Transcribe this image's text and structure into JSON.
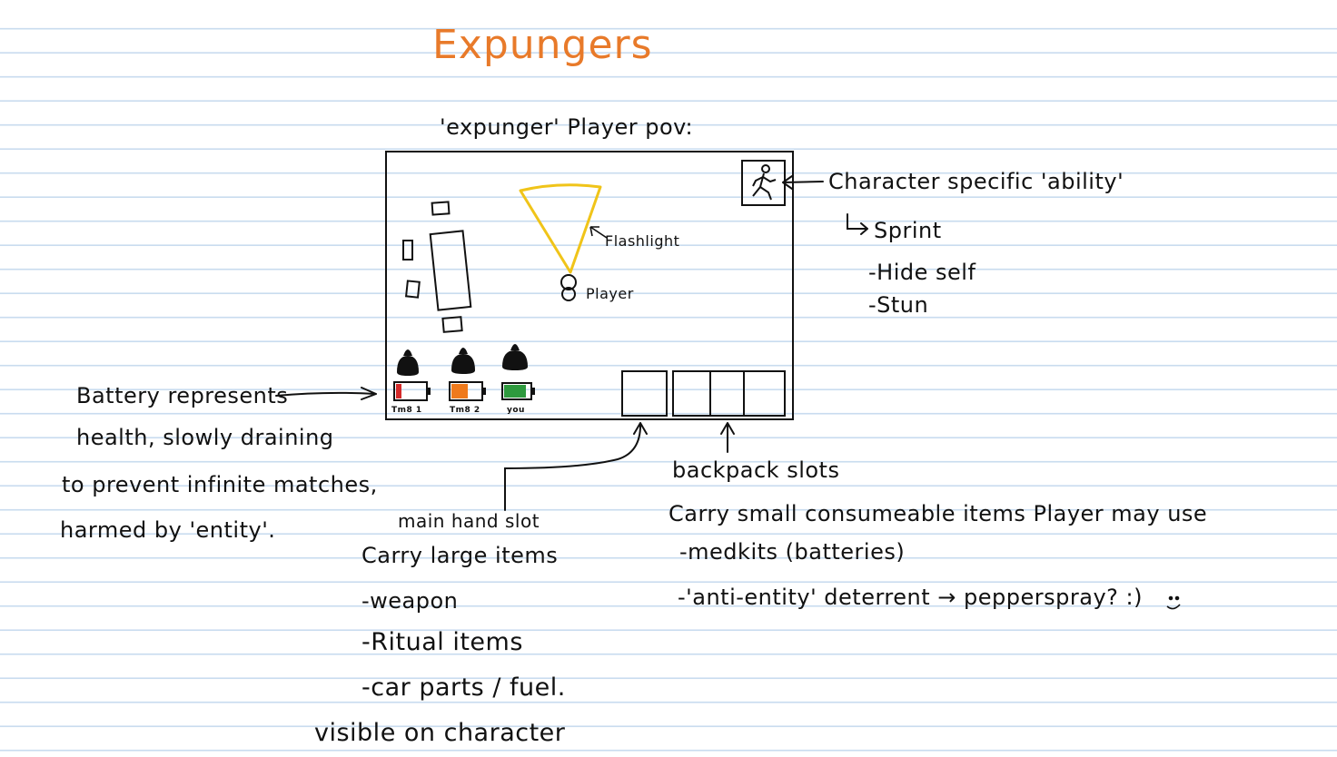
{
  "title": "Expungers",
  "subtitle": "'expunger' Player pov:",
  "labels": {
    "flashlight": "Flashlight",
    "player": "Player",
    "teammate1": "Tm8 1",
    "teammate2": "Tm8 2",
    "you": "you"
  },
  "ability": {
    "heading": "Character specific 'ability'",
    "items": [
      "Sprint",
      "-Hide self",
      "-Stun"
    ]
  },
  "battery_note": {
    "lines": [
      "Battery represents",
      "health, slowly draining",
      "to prevent infinite matches,",
      "harmed by 'entity'."
    ]
  },
  "main_hand": {
    "lines": [
      "main hand slot",
      "Carry large items",
      "-weapon",
      "-Ritual items",
      "-car parts / fuel.",
      "visible on character"
    ]
  },
  "backpack": {
    "heading": "backpack slots",
    "lines": [
      "Carry small consumeable items Player may use",
      "-medkits (batteries)",
      "-'anti-entity' deterrent → pepperspray? :)"
    ]
  },
  "colors": {
    "title": "#e87a2a",
    "flashlight_cone": "#f0c419",
    "battery_low": "#d42a2a",
    "battery_mid": "#ef7a1c",
    "battery_high": "#2e9a3e",
    "paper_lines": "#c9dcef"
  },
  "battery_levels": {
    "teammate1": 0.2,
    "teammate2": 0.55,
    "you": 0.85
  }
}
